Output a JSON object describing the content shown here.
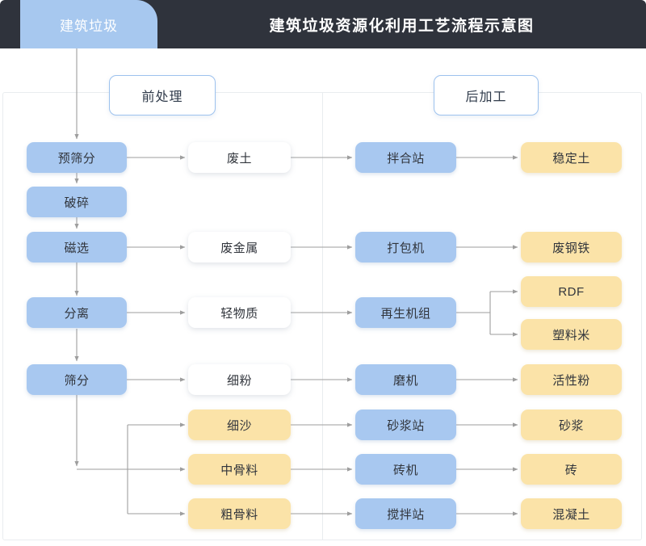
{
  "header": {
    "tab_label": "建筑垃圾",
    "title": "建筑垃圾资源化利用工艺流程示意图",
    "tab_color": "#a8c8f0",
    "bar_color": "#2f333c"
  },
  "sections": {
    "pre_label": "前处理",
    "post_label": "后加工"
  },
  "colors": {
    "process_blue": "#a8c8f0",
    "intermediate_white": "#ffffff",
    "product_yellow": "#fbe3a8",
    "connector_gray": "#9e9e9e",
    "panel_border": "#e9ecef"
  },
  "chart_data": {
    "type": "diagram",
    "title": "建筑垃圾资源化利用工艺流程示意图",
    "nodes": [
      {
        "id": "src",
        "label": "建筑垃圾",
        "column": "source",
        "style": "blue"
      },
      {
        "id": "p1",
        "label": "预筛分",
        "column": "pretreatment",
        "style": "blue"
      },
      {
        "id": "p2",
        "label": "破碎",
        "column": "pretreatment",
        "style": "blue"
      },
      {
        "id": "p3",
        "label": "磁选",
        "column": "pretreatment",
        "style": "blue"
      },
      {
        "id": "p4",
        "label": "分离",
        "column": "pretreatment",
        "style": "blue"
      },
      {
        "id": "p5",
        "label": "筛分",
        "column": "pretreatment",
        "style": "blue"
      },
      {
        "id": "m1",
        "label": "废土",
        "column": "material",
        "style": "white"
      },
      {
        "id": "m2",
        "label": "废金属",
        "column": "material",
        "style": "white"
      },
      {
        "id": "m3",
        "label": "轻物质",
        "column": "material",
        "style": "white"
      },
      {
        "id": "m4",
        "label": "细粉",
        "column": "material",
        "style": "white"
      },
      {
        "id": "m5",
        "label": "细沙",
        "column": "material",
        "style": "yellow"
      },
      {
        "id": "m6",
        "label": "中骨料",
        "column": "material",
        "style": "yellow"
      },
      {
        "id": "m7",
        "label": "粗骨料",
        "column": "material",
        "style": "yellow"
      },
      {
        "id": "e1",
        "label": "拌合站",
        "column": "equipment",
        "style": "blue"
      },
      {
        "id": "e2",
        "label": "打包机",
        "column": "equipment",
        "style": "blue"
      },
      {
        "id": "e3",
        "label": "再生机组",
        "column": "equipment",
        "style": "blue"
      },
      {
        "id": "e4",
        "label": "磨机",
        "column": "equipment",
        "style": "blue"
      },
      {
        "id": "e5",
        "label": "砂浆站",
        "column": "equipment",
        "style": "blue"
      },
      {
        "id": "e6",
        "label": "砖机",
        "column": "equipment",
        "style": "blue"
      },
      {
        "id": "e7",
        "label": "搅拌站",
        "column": "equipment",
        "style": "blue"
      },
      {
        "id": "o1",
        "label": "稳定土",
        "column": "product",
        "style": "yellow"
      },
      {
        "id": "o2",
        "label": "废钢铁",
        "column": "product",
        "style": "yellow"
      },
      {
        "id": "o3",
        "label": "RDF",
        "column": "product",
        "style": "yellow"
      },
      {
        "id": "o4",
        "label": "塑料米",
        "column": "product",
        "style": "yellow"
      },
      {
        "id": "o5",
        "label": "活性粉",
        "column": "product",
        "style": "yellow"
      },
      {
        "id": "o6",
        "label": "砂浆",
        "column": "product",
        "style": "yellow"
      },
      {
        "id": "o7",
        "label": "砖",
        "column": "product",
        "style": "yellow"
      },
      {
        "id": "o8",
        "label": "混凝土",
        "column": "product",
        "style": "yellow"
      }
    ],
    "edges": [
      {
        "from": "src",
        "to": "p1"
      },
      {
        "from": "p1",
        "to": "p2"
      },
      {
        "from": "p2",
        "to": "p3"
      },
      {
        "from": "p3",
        "to": "p4"
      },
      {
        "from": "p4",
        "to": "p5"
      },
      {
        "from": "p1",
        "to": "m1"
      },
      {
        "from": "p3",
        "to": "m2"
      },
      {
        "from": "p4",
        "to": "m3"
      },
      {
        "from": "p5",
        "to": "m4"
      },
      {
        "from": "p5",
        "to": "m5"
      },
      {
        "from": "p5",
        "to": "m6"
      },
      {
        "from": "p5",
        "to": "m7"
      },
      {
        "from": "m1",
        "to": "e1"
      },
      {
        "from": "m2",
        "to": "e2"
      },
      {
        "from": "m3",
        "to": "e3"
      },
      {
        "from": "m4",
        "to": "e4"
      },
      {
        "from": "m5",
        "to": "e5"
      },
      {
        "from": "m6",
        "to": "e6"
      },
      {
        "from": "m7",
        "to": "e7"
      },
      {
        "from": "e1",
        "to": "o1"
      },
      {
        "from": "e2",
        "to": "o2"
      },
      {
        "from": "e3",
        "to": "o3"
      },
      {
        "from": "e3",
        "to": "o4"
      },
      {
        "from": "e4",
        "to": "o5"
      },
      {
        "from": "e5",
        "to": "o6"
      },
      {
        "from": "e6",
        "to": "o7"
      },
      {
        "from": "e7",
        "to": "o8"
      }
    ]
  }
}
